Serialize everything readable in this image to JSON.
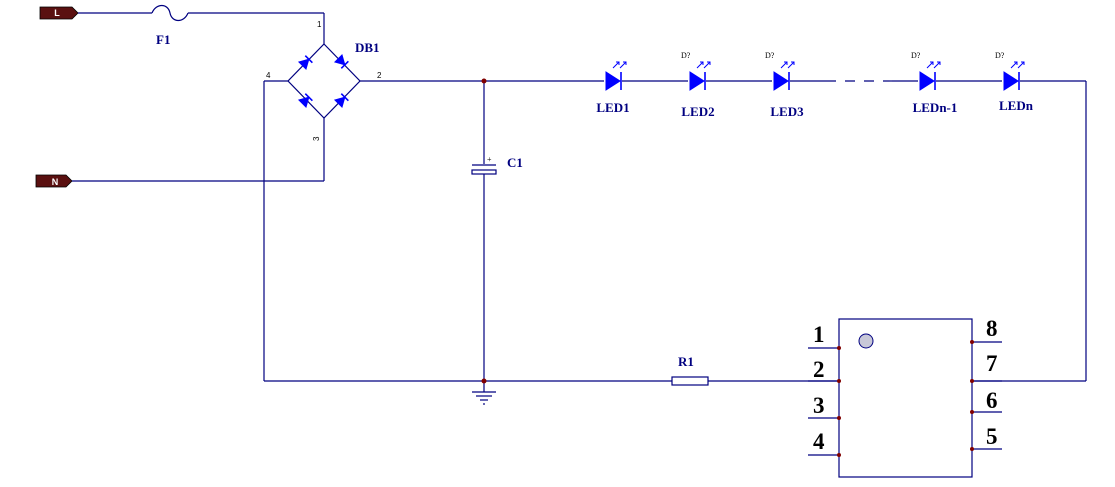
{
  "ports": {
    "line": "L",
    "neutral": "N"
  },
  "fuse": {
    "label": "F1"
  },
  "bridge": {
    "label": "DB1",
    "pin1": "1",
    "pin2": "2",
    "pin3": "3",
    "pin4": "4"
  },
  "capacitor": {
    "label": "C1",
    "polarity": "+"
  },
  "resistor": {
    "label": "R1"
  },
  "leds": [
    {
      "label": "LED1",
      "designator": ""
    },
    {
      "label": "LED2",
      "designator": "D?"
    },
    {
      "label": "LED3",
      "designator": "D?"
    },
    {
      "label": "LEDn-1",
      "designator": "D?"
    },
    {
      "label": "LEDn",
      "designator": "D?"
    }
  ],
  "ic": {
    "left_pins": [
      "1",
      "2",
      "3",
      "4"
    ],
    "right_pins": [
      "8",
      "7",
      "6",
      "5"
    ]
  },
  "colors": {
    "wire": "#000080",
    "diode": "#0000ff",
    "port_fill": "#5a1010",
    "node": "#800000"
  }
}
